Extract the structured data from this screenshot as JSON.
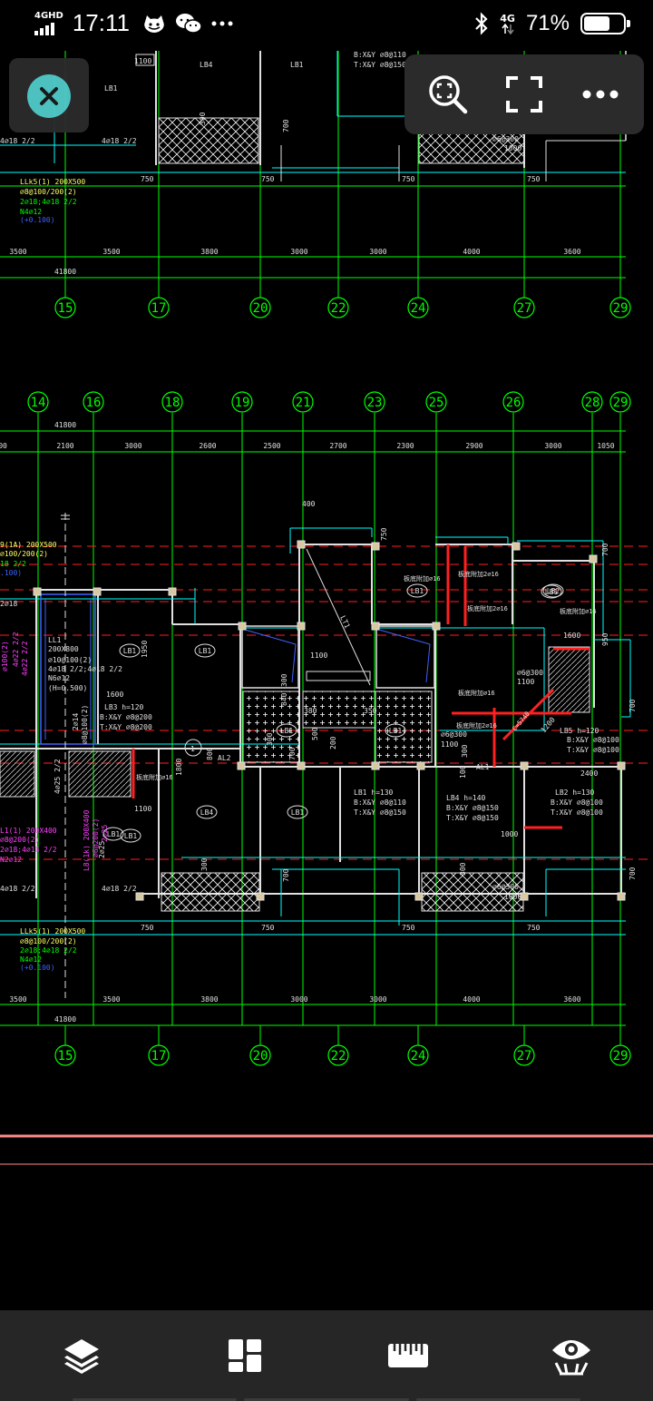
{
  "status_bar": {
    "network": "4GHD",
    "time": "17:11",
    "lte": "4G",
    "battery_percent": "71%",
    "battery_level": 0.71
  },
  "icons": {
    "close": "close-icon",
    "zoom_fit": "zoom-fit-icon",
    "fullscreen": "fullscreen-icon",
    "more": "more-icon",
    "layers": "layers-icon",
    "layout": "layout-icon",
    "measure": "ruler-icon",
    "view": "view-icon"
  },
  "colors": {
    "accent": "#51c8c8",
    "axis": "#00ff00",
    "wall": "#e0e0e0",
    "beam": "#00ffff",
    "rebar": "#ff2020",
    "label_magenta": "#ff40ff",
    "label_blue": "#4060ff",
    "toolbar_bg": "#262626"
  },
  "drawing": {
    "top_block": {
      "dimensions": [
        "3500",
        "3500",
        "3800",
        "3000",
        "3000",
        "4000",
        "3600"
      ],
      "total": "41800",
      "axes": [
        "15",
        "17",
        "20",
        "22",
        "24",
        "27",
        "29"
      ],
      "slab_tags": [
        "LB4",
        "LB1"
      ],
      "texts": [
        "B:X&Y ⌀8@110",
        "T:X&Y ⌀8@150",
        "1100",
        "750",
        "750",
        "750",
        "750",
        "700",
        "300",
        "4⌀18 2/2",
        "4⌀18 2/2",
        "LLk5(1) 200X500",
        "⌀8@100/200(2)",
        "2⌀18;4⌀18 2/2",
        "N4⌀12",
        "(+0.100)",
        "⌀6@300",
        "1000"
      ]
    },
    "main_block": {
      "axes_top": [
        "14",
        "16",
        "18",
        "19",
        "21",
        "23",
        "25",
        "26",
        "28",
        "29"
      ],
      "dims_top": [
        "00",
        "2100",
        "3000",
        "2600",
        "2500",
        "2700",
        "2300",
        "2900",
        "3000",
        "1050"
      ],
      "total_top": "41800",
      "axes_bottom": [
        "15",
        "17",
        "20",
        "22",
        "24",
        "27",
        "29"
      ],
      "dims_bottom": [
        "3500",
        "3500",
        "3800",
        "3000",
        "3000",
        "4000",
        "3600"
      ],
      "total_bottom": "41800",
      "labels": {
        "ll9": "9(1A) 200X500",
        "ll9_rebar": "⌀100/200(2)",
        "ll9_b": "18 2/2",
        "ll9_c": ".100)",
        "ll1": "LL1",
        "ll1_size": "200X800",
        "ll1_r1": "⌀10@100(2)",
        "ll1_r2": "4⌀18 2/2;4⌀18 2/2",
        "ll1_r3": "N6⌀12",
        "ll1_r4": "(H=0.500)",
        "lb3": "LB3 h=120",
        "lb3_b": "B:X&Y ⌀8@200",
        "lb3_t": "T:X&Y ⌀8@200",
        "lb1": "LB1 h=130",
        "lb1_b": "B:X&Y ⌀8@110",
        "lb1_t": "T:X&Y ⌀8@150",
        "lb4": "LB4 h=140",
        "lb4_b": "B:X&Y ⌀8@150",
        "lb4_t": "T:X&Y ⌀8@150",
        "lb2": "LB2 h=130",
        "lb2_b": "B:X&Y ⌀8@100",
        "lb2_t": "T:X&Y ⌀8@100",
        "lb5": "LB5 h=120",
        "lb5_b": "B:X&Y ⌀8@100",
        "lb5_t": "T:X&Y ⌀8@100",
        "ll1b": "L1(1) 200X400",
        "ll1b_r1": "⌀8@200(2)",
        "ll1b_r2": "2⌀18;4⌀18 2/2",
        "ll1b_r3": "N2⌀12",
        "llk5": "LLk5(1) 200X500",
        "llk5_r1": "⌀8@100/200(2)",
        "llk5_r2": "2⌀18;4⌀18 2/2",
        "llk5_r3": "N4⌀12",
        "llk5_r4": "(+0.100)",
        "l8": "L8(1k) 200X400",
        "l8_r": "⌀6@200(2)",
        "l8_r2": "2⌀25",
        "l14": "2⌀14",
        "l14b": "⌀8@100(2)",
        "al1": "AL1",
        "al2": "AL2",
        "rebar1": "板底附加⌀16",
        "rebar2": "板底附加2⌀16",
        "rebar3": "板底附加2⌀16",
        "rebar4": "板底附加⌀16",
        "rebar5": "板底附加⌀16",
        "rebar6": "板底附加2⌀16",
        "rebar7": "板底附加⌀16",
        "dia1": "⌀6@300",
        "dia2": "⌀6@300",
        "dia3": "⌀6@300",
        "n1100a": "1100",
        "n1100b": "1100",
        "n1100c": "1100",
        "n1100d": "1100",
        "n1950": "1950",
        "n1600a": "1600",
        "n1600b": "1600",
        "n2400": "2400",
        "n1000a": "1000",
        "n1000b": "1000",
        "n400": "400",
        "n750a": "750",
        "n750b": "750",
        "n750c": "750",
        "n750d": "750",
        "n750e": "750",
        "n700a": "700",
        "n700b": "700",
        "n700c": "700",
        "n700d": "700",
        "n700e": "700",
        "n300a": "300",
        "n300b": "300",
        "n300c": "300",
        "n300d": "300",
        "n300e": "300",
        "n350": "350",
        "n380": "380",
        "n200": "200",
        "n500": "500",
        "n800": "800",
        "n840": "840",
        "n950": "950",
        "n100": "100",
        "n1200": "1200",
        "n1800": "1800",
        "n4_18a": "4⌀18 2/2",
        "n4_18b": "4⌀18 2/2",
        "n4_25": "4⌀25 2/2",
        "n2_25": "2⌀25",
        "n4_22a": "4⌀22 2/2",
        "n4_22b": "4⌀22 2/2",
        "n2_18": "2⌀18",
        "n100_2": "⌀100(2)",
        "lt": "LT1",
        "c_tag": "C=5740",
        "circle_tag": "1"
      },
      "slab_tags": [
        "LB1",
        "LB1",
        "LB1",
        "LB1",
        "LB2",
        "LB1",
        "LB1",
        "LB4",
        "LB1",
        "LB1",
        "LB1"
      ]
    }
  }
}
